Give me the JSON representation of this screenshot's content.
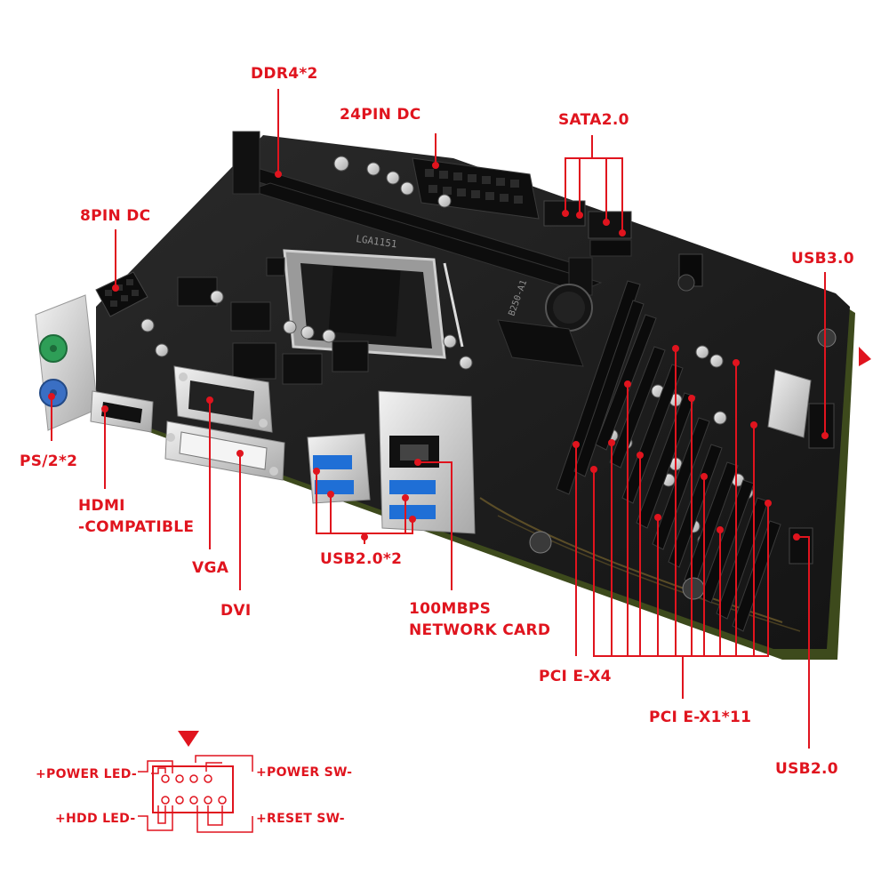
{
  "labels": {
    "ddr4": "DDR4*2",
    "pin24": "24PIN DC",
    "sata": "SATA2.0",
    "pin8": "8PIN DC",
    "usb3": "USB3.0",
    "ps2": "PS/2*2",
    "hdmi_line1": "HDMI",
    "hdmi_line2": "-COMPATIBLE",
    "vga": "VGA",
    "usb2x2": "USB2.0*2",
    "dvi": "DVI",
    "network_line1": "100MBPS",
    "network_line2": "NETWORK CARD",
    "pcie_x4": "PCI E-X4",
    "pcie_x1": "PCI E-X1*11",
    "usb2": "USB2.0"
  },
  "board_markings": {
    "socket": "LGA1151",
    "chipset": "B250-A1"
  },
  "front_panel": {
    "power_led": "+POWER LED-",
    "power_sw": "+POWER SW-",
    "hdd_led": "+HDD LED-",
    "reset_sw": "+RESET SW-"
  },
  "colors": {
    "label_red": "#e0141e",
    "board": "#1a1a1a",
    "board_edge": "#4a5a22"
  }
}
